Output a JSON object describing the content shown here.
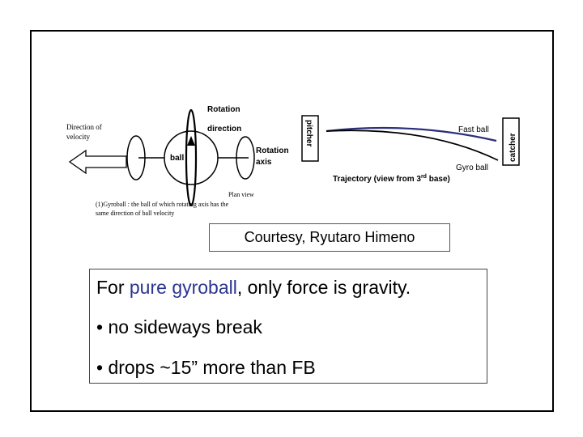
{
  "slide": {
    "courtesy": "Courtesy, Ryutaro Himeno",
    "main_text": {
      "prefix": "For ",
      "highlight": "pure gyroball",
      "suffix": ", only force is gravity.",
      "highlight_color": "#2a3590"
    },
    "bullets": [
      "• no sideways break",
      "• drops ~15” more than FB"
    ]
  },
  "figure": {
    "direction_label": [
      "Direction of",
      "velocity"
    ],
    "rotation_direction_label": [
      "Rotation",
      "direction"
    ],
    "ball_label": "ball",
    "rotation_axis_label": [
      "Rotation",
      "axis"
    ],
    "plan_view_label": "Plan view",
    "caption": [
      "(1)Gyroball : the ball of which rotating axis has the",
      "same direction of ball velocity"
    ],
    "pitcher_label": "pitcher",
    "catcher_label": "catcher",
    "fast_ball_label": "Fast ball",
    "gyro_ball_label": "Gyro ball",
    "trajectory_label_prefix": "Trajectory (view from 3",
    "trajectory_label_sup": "rd",
    "trajectory_label_suffix": " base)",
    "fast_ball_color": "#2b2f7a"
  }
}
